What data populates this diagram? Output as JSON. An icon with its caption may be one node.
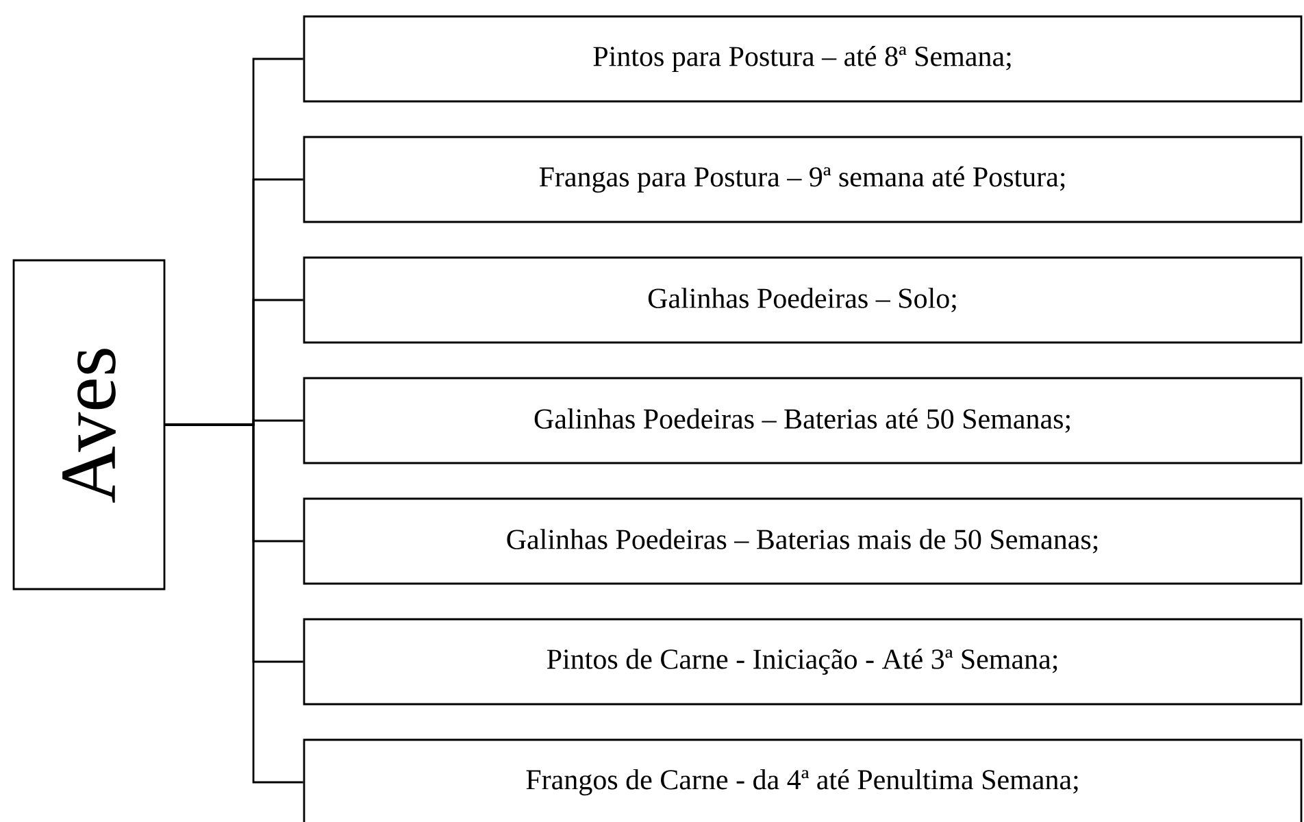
{
  "diagram": {
    "nodes": [
      {
        "text": [
          "Aves"
        ]
      },
      {
        "text": [
          "Pintos para Postura – até 8ª Semana;"
        ]
      },
      {
        "text": [
          "Frangas para Postura – 9ª semana até Postura;"
        ]
      },
      {
        "text": [
          "Galinhas Poedeiras – Solo;"
        ]
      },
      {
        "text": [
          "Galinhas Poedeiras – Baterias até 50 Semanas;"
        ]
      },
      {
        "text": [
          "Galinhas Poedeiras – Baterias mais de 50 Semanas;"
        ]
      },
      {
        "text": [
          "Pintos de Carne - Iniciação - Até 3ª Semana;"
        ]
      },
      {
        "text": [
          "Frangos de Carne - da 4ª até Penultima Semana;"
        ]
      }
    ],
    "edges": [
      {
        "from": 0,
        "to": 1,
        "arrow": "none"
      },
      {
        "from": 0,
        "to": 2,
        "arrow": "none"
      },
      {
        "from": 0,
        "to": 3,
        "arrow": "none"
      },
      {
        "from": 0,
        "to": 4,
        "arrow": "none"
      },
      {
        "from": 0,
        "to": 5,
        "arrow": "none"
      },
      {
        "from": 0,
        "to": 6,
        "arrow": "none"
      },
      {
        "from": 0,
        "to": 7,
        "arrow": "none"
      }
    ]
  }
}
